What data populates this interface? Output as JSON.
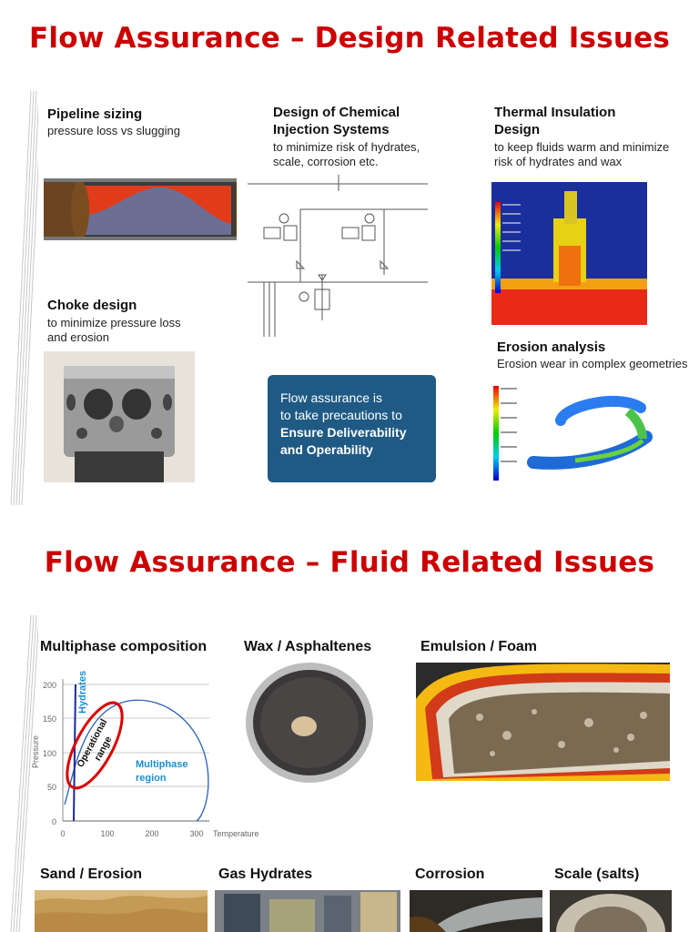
{
  "slide1": {
    "title": "Flow Assurance – Design Related Issues",
    "pipeline": {
      "heading": "Pipeline sizing",
      "sub": "pressure loss vs slugging"
    },
    "chemical": {
      "heading_1": "Design of Chemical",
      "heading_2": "Injection Systems",
      "sub_1": "to minimize risk of hydrates,",
      "sub_2": "scale, corrosion etc."
    },
    "thermal": {
      "heading_1": "Thermal Insulation",
      "heading_2": "Design",
      "sub_1": "to keep fluids warm and minimize",
      "sub_2": "risk of hydrates and wax"
    },
    "choke": {
      "heading": "Choke design",
      "sub_1": "to minimize pressure loss",
      "sub_2": "and erosion"
    },
    "callout": {
      "line1": "Flow assurance is",
      "line2": "to take precautions to",
      "bold1": "Ensure Deliverability",
      "bold2": "and Operability"
    },
    "erosion": {
      "heading": "Erosion analysis",
      "sub": "Erosion wear in complex geometries"
    }
  },
  "slide2": {
    "title": "Flow Assurance – Fluid Related Issues",
    "multiphase": {
      "heading": "Multiphase composition",
      "hydrates_label": "Hydrates",
      "operational_1": "Operational",
      "operational_2": "range",
      "region_1": "Multiphase",
      "region_2": "region",
      "y_label": "Pressure",
      "x_label": "Temperature",
      "y_ticks": [
        "0",
        "50",
        "100",
        "150",
        "200"
      ],
      "x_ticks": [
        "0",
        "100",
        "200",
        "300"
      ]
    },
    "wax": {
      "heading": "Wax / Asphaltenes"
    },
    "emulsion": {
      "heading": "Emulsion / Foam"
    },
    "sand": {
      "heading": "Sand / Erosion"
    },
    "gas_hydrates": {
      "heading": "Gas Hydrates"
    },
    "corrosion": {
      "heading": "Corrosion"
    },
    "scale": {
      "heading": "Scale (salts)"
    }
  }
}
